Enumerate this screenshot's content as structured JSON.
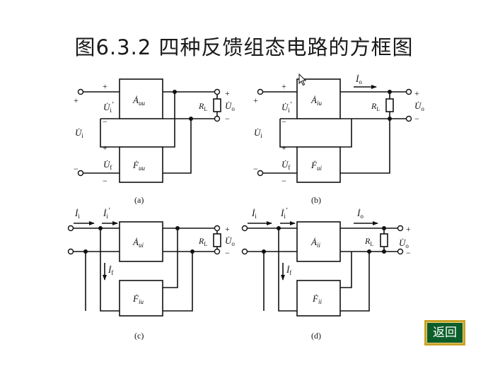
{
  "title": "图6.3.2  四种反馈组态电路的方框图",
  "back_label": "返回",
  "panels": {
    "a": {
      "caption": "(a)",
      "amp": "Ȧ",
      "amp_sub": "uu",
      "fb": "Ḟ",
      "fb_sub": "uu",
      "ui": "U̇",
      "ui_sub": "i",
      "uip": "U̇",
      "uip_sub": "i",
      "uip_prime": "′",
      "uf": "U̇",
      "uf_sub": "f",
      "rl": "R",
      "rl_sub": "L",
      "uo": "U̇",
      "uo_sub": "o"
    },
    "b": {
      "caption": "(b)",
      "amp": "Ȧ",
      "amp_sub": "iu",
      "fb": "Ḟ",
      "fb_sub": "ui",
      "ui": "U̇",
      "ui_sub": "i",
      "uip": "U̇",
      "uip_sub": "i",
      "uip_prime": "′",
      "uf": "U̇",
      "uf_sub": "f",
      "io": "İ",
      "io_sub": "o",
      "rl": "R",
      "rl_sub": "L",
      "uo": "U̇",
      "uo_sub": "o"
    },
    "c": {
      "caption": "(c)",
      "amp": "Ȧ",
      "amp_sub": "ui",
      "fb": "Ḟ",
      "fb_sub": "iu",
      "ii": "İ",
      "ii_sub": "i",
      "iip": "İ",
      "iip_sub": "i",
      "iip_prime": "′",
      "if": "İ",
      "if_sub": "f",
      "rl": "R",
      "rl_sub": "L",
      "uo": "U̇",
      "uo_sub": "o"
    },
    "d": {
      "caption": "(d)",
      "amp": "Ȧ",
      "amp_sub": "ii",
      "fb": "Ḟ",
      "fb_sub": "ii",
      "ii": "İ",
      "ii_sub": "i",
      "iip": "İ",
      "iip_sub": "i",
      "iip_prime": "′",
      "if": "İ",
      "if_sub": "f",
      "io": "İ",
      "io_sub": "o",
      "rl": "R",
      "rl_sub": "L",
      "uo": "U̇",
      "uo_sub": "o"
    }
  },
  "signs": {
    "plus": "+",
    "minus": "−"
  }
}
